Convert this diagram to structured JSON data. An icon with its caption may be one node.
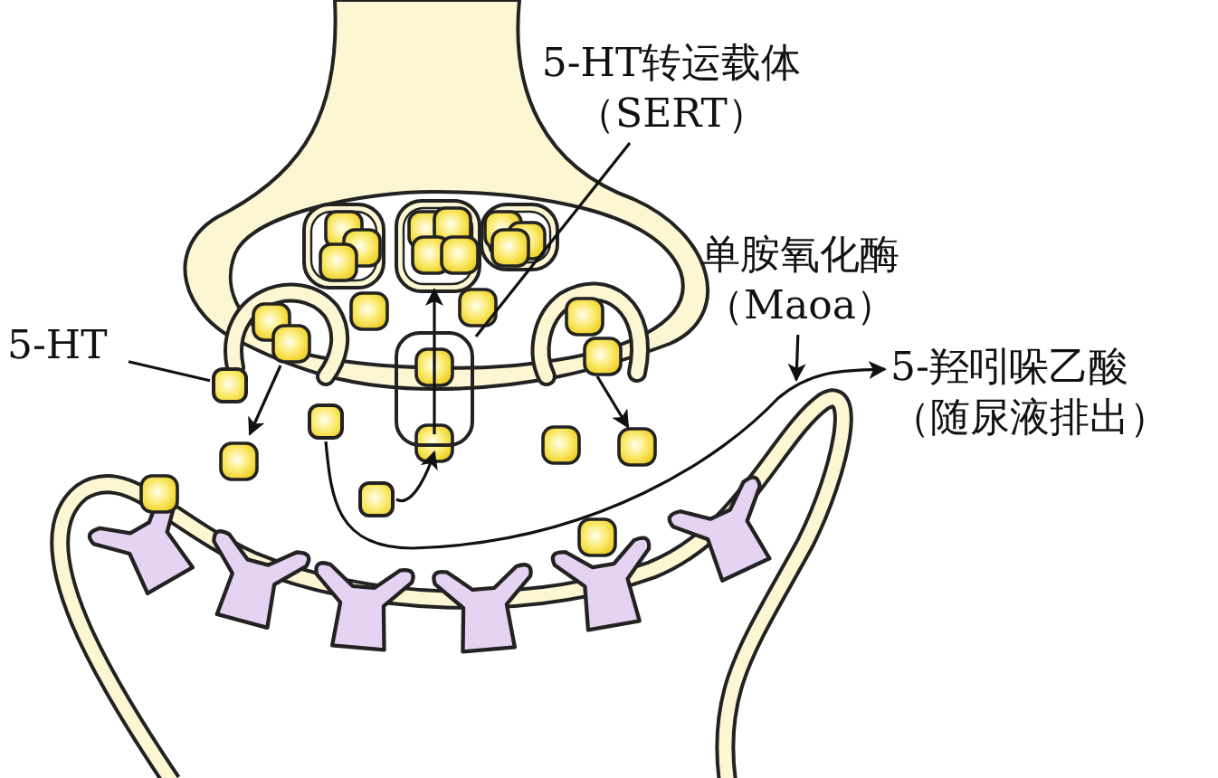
{
  "diagram": {
    "nodes": [
      {
        "text": [
          "5-HT"
        ]
      },
      {
        "text": [],
        "shape": "box"
      },
      {
        "text": [
          "5-HT转运载体（SERT）"
        ]
      },
      {
        "text": [],
        "shape": "box"
      },
      {
        "text": [],
        "shape": "box"
      },
      {
        "text": [],
        "shape": "box"
      },
      {
        "text": [
          "单胺氧化酶（Maoa）"
        ]
      },
      {
        "text": [
          "5-羟吲哚乙酸（随尿液排出）"
        ]
      }
    ],
    "edges": [
      {
        "from": 0,
        "to": 1,
        "arrow": "none"
      },
      {
        "from": 2,
        "to": 3,
        "arrow": "none"
      },
      {
        "from": 4,
        "to": 7,
        "arrow": "to"
      },
      {
        "from": 6,
        "to": null,
        "arrow": "to"
      },
      {
        "from": 5,
        "to": 3,
        "arrow": "to"
      }
    ]
  }
}
